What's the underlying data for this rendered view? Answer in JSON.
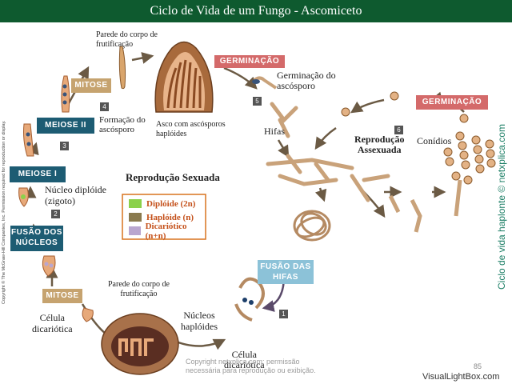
{
  "title": "Ciclo de Vida de um Fungo - Ascomiceto",
  "stages": {
    "germinacao_top": "GERMINAÇÃO",
    "germinacao_right": "GERMINAÇÃO",
    "mitose_top": "MITOSE",
    "meiose_ii": "MEIOSE II",
    "meiose_i": "MEIOSE I",
    "fusao_nucleos": [
      "FUSÃO DOS",
      "NÚCLEOS"
    ],
    "mitose_bottom": "MITOSE",
    "fusao_hifas": [
      "FUSÃO DAS",
      "HIFAS"
    ]
  },
  "labels": {
    "parede_top": [
      "Parede do corpo de",
      "frutificação"
    ],
    "germinacao_ascosporo": [
      "Germinação do",
      "ascósporo"
    ],
    "formacao_ascosporo": [
      "Formação do",
      "ascósporo"
    ],
    "asco": [
      "Asco com ascósporos",
      "haplóides"
    ],
    "hifas": "Hifas",
    "reproducao_assexuada": [
      "Reprodução",
      "Assexuada"
    ],
    "conidios": "Conídios",
    "nucleo_diploide": [
      "Núcleo diplóide",
      "(zigoto)"
    ],
    "reproducao_sexuada": "Reprodução Sexuada",
    "parede_bottom": [
      "Parede do corpo de",
      "frutificação"
    ],
    "celula_dicariotica_left": [
      "Célula",
      "dicariótica"
    ],
    "nucleos_haploides": [
      "Núcleos",
      "haplóides"
    ],
    "celula_dicariotica_bottom": [
      "Célula",
      "dicariótica"
    ]
  },
  "step_numbers": [
    "1",
    "2",
    "3",
    "4",
    "5",
    "6"
  ],
  "legend": [
    {
      "label": "Diplóide (2n)",
      "color": "#8bd14b"
    },
    {
      "label": "Haplóide (n)",
      "color": "#8a7a4e"
    },
    {
      "label": "Dicariótico (n+n)",
      "color": "#b9a6cf"
    }
  ],
  "copyright_side": "Copyright © The McGraw-Hill Companies, Inc. Permission required for reproduction or display.",
  "right_vertical": "Ciclo de vida haplonte © netxplica.com",
  "watermark": [
    "Copyright netxplica.com: permissão",
    "necessária para reprodução ou exibição."
  ],
  "page_number": "85",
  "footer": "VisualLightBox.com",
  "colors": {
    "title_bg": "#0e5a2f",
    "stage_teal": "#1d5c73",
    "stage_salmon": "#d46a6a",
    "stage_tan": "#c6a36f",
    "legend_border": "#d8731f",
    "legend_text": "#c4501a",
    "vertical_text": "#1d7f66"
  }
}
